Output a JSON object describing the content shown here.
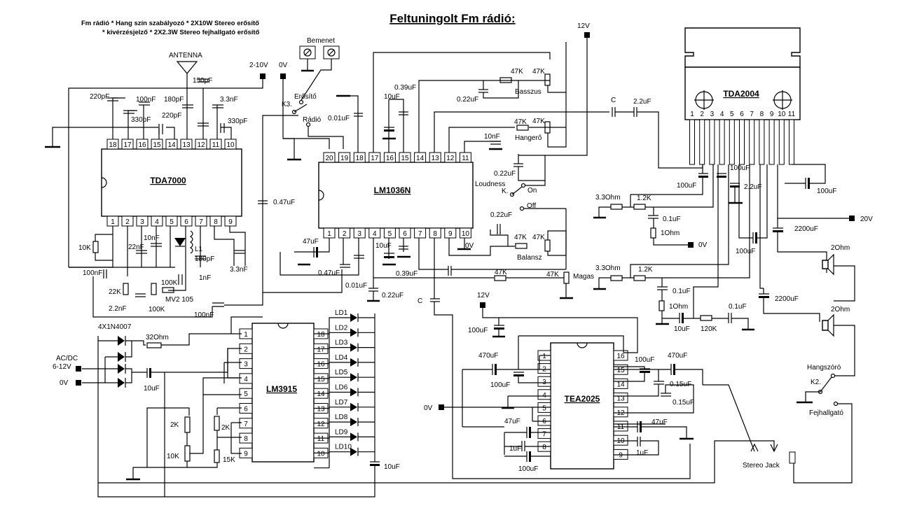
{
  "title": "Feltuningolt Fm rádió:",
  "subtitle": [
    "Fm rádió * Hang szín szabályozó * 2X10W Stereo erősítő",
    "* kivérzésjelző * 2X2.3W Stereo fejhallgató erősítő"
  ],
  "chips": {
    "tda7000": {
      "name": "TDA7000",
      "top_pins": [
        "18",
        "17",
        "16",
        "15",
        "14",
        "13",
        "12",
        "11",
        "10"
      ],
      "bottom_pins": [
        "1",
        "2",
        "3",
        "4",
        "5",
        "6",
        "7",
        "8",
        "9"
      ]
    },
    "lm1036n": {
      "name": "LM1036N",
      "top_pins": [
        "20",
        "19",
        "18",
        "17",
        "16",
        "15",
        "14",
        "13",
        "12",
        "11"
      ],
      "bottom_pins": [
        "1",
        "2",
        "3",
        "4",
        "5",
        "6",
        "7",
        "8",
        "9",
        "10"
      ]
    },
    "lm3915": {
      "name": "LM3915",
      "left_pins": [
        "1",
        "2",
        "3",
        "4",
        "5",
        "6",
        "7",
        "8",
        "9"
      ],
      "right_pins": [
        "18",
        "17",
        "16",
        "15",
        "14",
        "13",
        "12",
        "11",
        "10"
      ]
    },
    "tea2025": {
      "name": "TEA2025",
      "left_pins": [
        "1",
        "2",
        "3",
        "4",
        "5",
        "6",
        "7",
        "8"
      ],
      "right_pins": [
        "16",
        "15",
        "14",
        "13",
        "12",
        "11",
        "10",
        "9"
      ]
    },
    "tda2004": {
      "name": "TDA2004",
      "pins": [
        "1",
        "2",
        "3",
        "4",
        "5",
        "6",
        "7",
        "8",
        "9",
        "10",
        "11"
      ]
    }
  },
  "leds": [
    "LD1",
    "LD2",
    "LD3",
    "LD4",
    "LD5",
    "LD6",
    "LD7",
    "LD8",
    "LD9",
    "LD10"
  ],
  "labels": {
    "antenna": "ANTENNA",
    "bemenet": "Bemenet",
    "v2_10": "2-10V",
    "v0_top": "0V",
    "v12_top": "12V",
    "v12_mid": "12V",
    "erosito": "Erősítő",
    "k3": "K3.",
    "radio": "Rádió",
    "basszus": "Basszus",
    "hangero": "Hangerő",
    "loudness": "Loudness",
    "k_loud": "K.",
    "on": "On",
    "off": "Off",
    "balansz": "Balansz",
    "magas": "Magas",
    "v0_lm": "0V",
    "mv2105": "MV2 105",
    "l1": "L1",
    "diodes": "4X1N4007",
    "acdc": "AC/DC",
    "acdc_v": "6-12V",
    "v0_psu": "0V",
    "v0_tea": "0V",
    "v20": "20V",
    "v0_tda": "0V",
    "ohm2_a": "2Ohm",
    "ohm2_b": "2Ohm",
    "hangszoro": "Hangszóró",
    "k2": "K2.",
    "fejhallgato": "Fejhallgató",
    "stereo_jack": "Stereo Jack",
    "c_a": "C",
    "c_b": "C"
  },
  "components": {
    "c220p": "220pF",
    "c330p": "330pF",
    "c100n_a": "100nF",
    "c180p_a": "180pF",
    "c220p_b": "220pF",
    "c150p": "150pF",
    "c3n3_a": "3.3nF",
    "c330p_b": "330pF",
    "r10k_a": "10K",
    "c22n": "22nF",
    "c10n_a": "10nF",
    "c180p_b": "180pF",
    "c3n3_b": "3.3nF",
    "c100n_b": "100nF",
    "c1n": "1nF",
    "r22k": "22K",
    "r100k_a": "100K",
    "c2n2": "2.2nF",
    "r100k_b": "100K",
    "c100n_c": "100nF",
    "c047_a": "0.47uF",
    "c10u_a": "10uF",
    "c001_a": "0.01uF",
    "c039_a": "0.39uF",
    "c022_a": "0.22uF",
    "r47k_a": "47K",
    "r47k_b": "47K",
    "c10n_b": "10nF",
    "c022_b": "0.22uF",
    "r47k_c": "47K",
    "r47k_d": "47K",
    "c022_c": "0.22uF",
    "r47k_e": "47K",
    "r47k_f": "47K",
    "c47u": "47uF",
    "c047_b": "0.47uF",
    "c001_b": "0.01uF",
    "c10u_b": "10uF",
    "c039_b": "0.39uF",
    "c022_d": "0.22uF",
    "r47k_g": "47K",
    "r47k_h": "47K",
    "c2u2_a": "2.2uF",
    "c100u_a": "100uF",
    "c100u_b": "100uF",
    "c2u2_b": "2.2uF",
    "c100u_c": "100uF",
    "r3_3_a": "3.3Ohm",
    "r1_2_a": "1.2K",
    "c01_a": "0.1uF",
    "r1_a": "1Ohm",
    "c2200_a": "2200uF",
    "c100u_d": "100uF",
    "r3_3_b": "3.3Ohm",
    "r1_2_b": "1.2K",
    "c01_b": "0.1uF",
    "r1_b": "1Ohm",
    "c10u_c": "10uF",
    "r120k": "120K",
    "c01_c": "0.1uF",
    "c2200_b": "2200uF",
    "r32": "32Ohm",
    "c10u_d": "10uF",
    "r2k_a": "2K",
    "r2k_b": "2K",
    "r10k_b": "10K",
    "r15k": "15K",
    "c10u_e": "10uF",
    "c100u_e": "100uF",
    "c470u_a": "470uF",
    "c100u_f": "100uF",
    "c470u_b": "470uF",
    "c100u_g": "100uF",
    "c015_a": "0.15uF",
    "c015_b": "0.15uF",
    "c47u_a": "47uF",
    "c47u_b": "47uF",
    "c1u_a": "1uF",
    "c1u_b": "1uF",
    "c100u_h": "100uF"
  }
}
